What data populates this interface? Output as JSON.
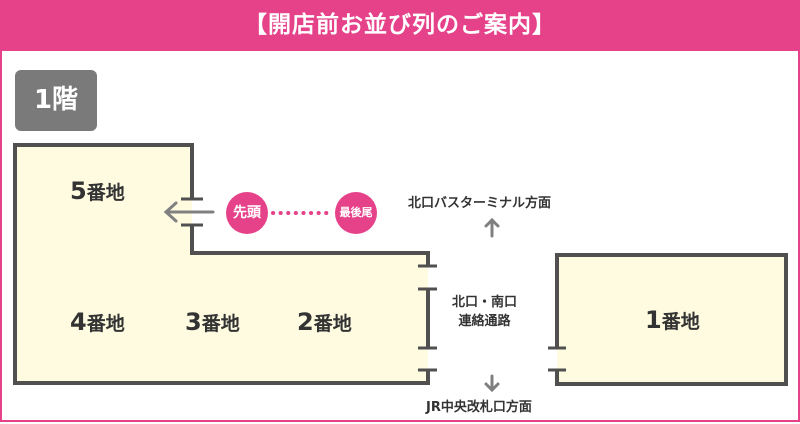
{
  "header": {
    "title": "【開店前お並び列のご案内】"
  },
  "floor": {
    "label": "1階"
  },
  "areas": [
    {
      "num": "5",
      "suffix": "番地"
    },
    {
      "num": "4",
      "suffix": "番地"
    },
    {
      "num": "3",
      "suffix": "番地"
    },
    {
      "num": "2",
      "suffix": "番地"
    },
    {
      "num": "1",
      "suffix": "番地"
    }
  ],
  "queue": {
    "head": "先頭",
    "tail": "最後尾"
  },
  "directions": {
    "north": "北口バスターミナル方面",
    "passage_line1": "北口・南口",
    "passage_line2": "連絡通路",
    "south": "JR中央改札口方面"
  },
  "colors": {
    "accent": "#e6428a",
    "wall": "#505050",
    "floor_fill": "#fefbe0",
    "badge": "#7a7a7a"
  }
}
